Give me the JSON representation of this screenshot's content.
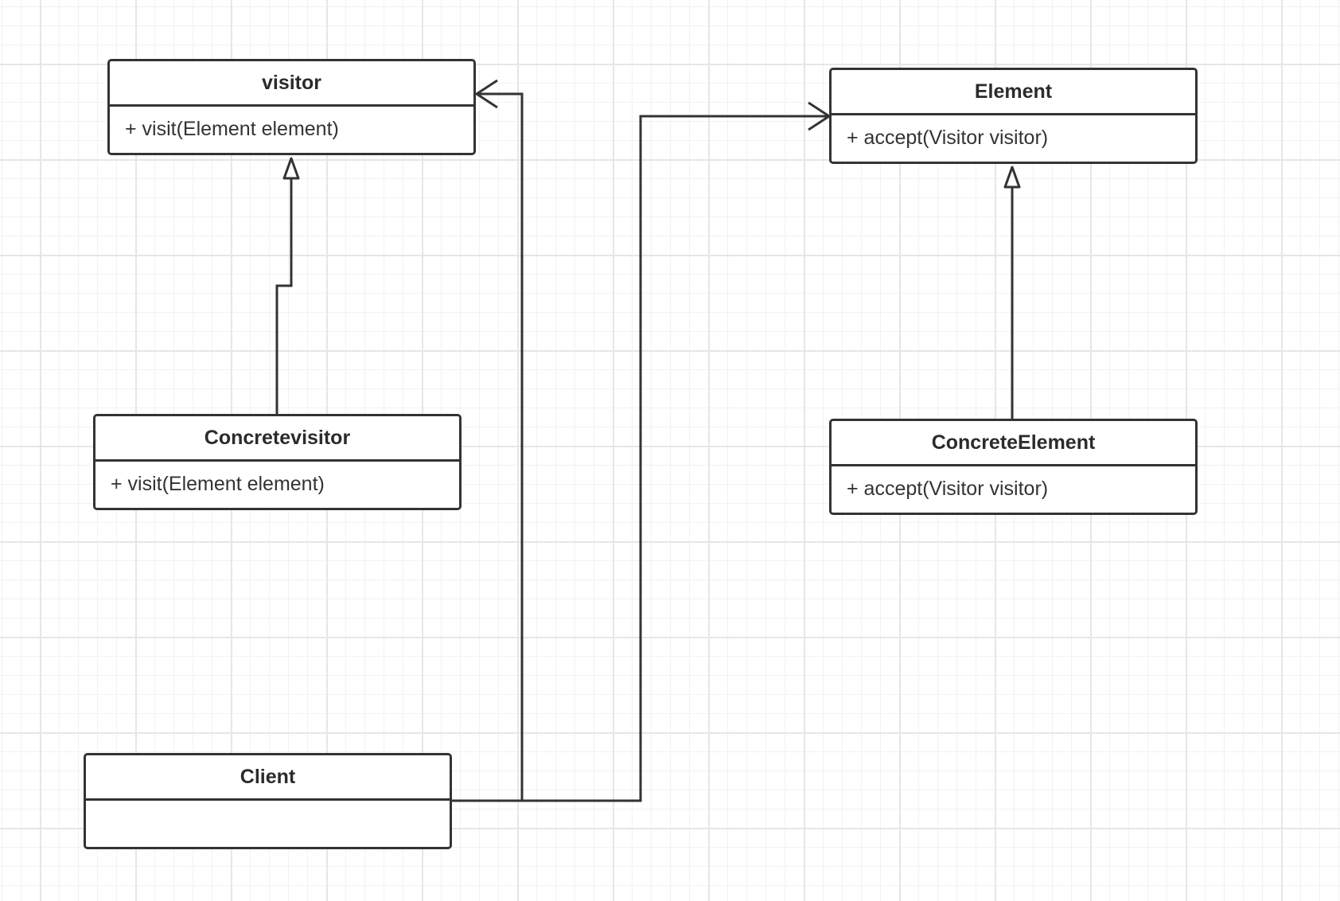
{
  "diagram": {
    "stroke_color": "#333333",
    "grid_color": "#e6e6e6",
    "classes": {
      "visitor": {
        "name": "visitor",
        "members": [
          "+ visit(Element element)"
        ]
      },
      "concrete_visitor": {
        "name": "Concretevisitor",
        "members": [
          "+ visit(Element element)"
        ]
      },
      "element": {
        "name": "Element",
        "members": [
          "+ accept(Visitor visitor)"
        ]
      },
      "concrete_element": {
        "name": "ConcreteElement",
        "members": [
          "+ accept(Visitor visitor)"
        ]
      },
      "client": {
        "name": "Client",
        "members": []
      }
    },
    "relations": [
      {
        "from": "Concretevisitor",
        "to": "visitor",
        "type": "generalization"
      },
      {
        "from": "ConcreteElement",
        "to": "Element",
        "type": "generalization"
      },
      {
        "from": "Client",
        "to": "visitor",
        "type": "association"
      },
      {
        "from": "Client",
        "to": "Element",
        "type": "association"
      }
    ]
  }
}
